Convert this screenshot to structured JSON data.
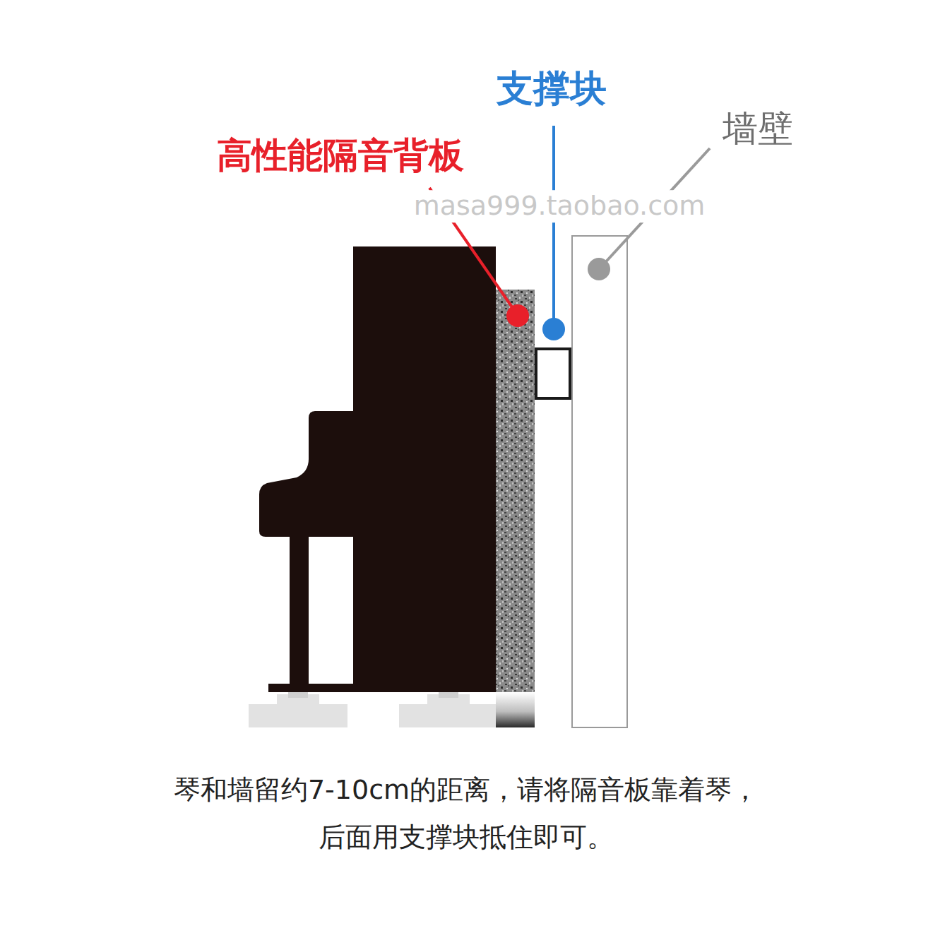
{
  "diagram": {
    "caption": "琴和墙留约7-10cm的距离，请将隔音板靠着琴， 后面用支撑块抵住即可。",
    "labels": [
      "支撑块",
      "墙壁",
      "高性能隔音背板",
      "masa999.taobao.com"
    ]
  }
}
